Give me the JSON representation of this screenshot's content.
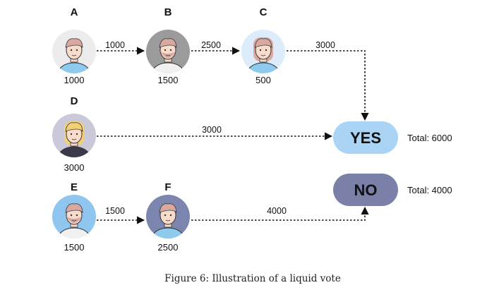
{
  "voters": [
    {
      "name": "A",
      "tokens": "1000",
      "bg": "#ececec",
      "shirt": "#8ec9ee",
      "hair": "#d9a9a0"
    },
    {
      "name": "B",
      "tokens": "1500",
      "bg": "#9b9b9b",
      "shirt": "#f0f0f0",
      "hair": "#d9a9a0"
    },
    {
      "name": "C",
      "tokens": "500",
      "bg": "#dcecfb",
      "shirt": "#8ec9ee",
      "hair": "#d9a9a0"
    },
    {
      "name": "D",
      "tokens": "3000",
      "bg": "#c9c9d9",
      "shirt": "#3a3a4a",
      "hair": "#f3cf78"
    },
    {
      "name": "E",
      "tokens": "1500",
      "bg": "#8ec6ef",
      "shirt": "#f0f0f0",
      "hair": "#d9a9a0"
    },
    {
      "name": "F",
      "tokens": "2500",
      "bg": "#7c85ad",
      "shirt": "#8ec9ee",
      "hair": "#d9a9a0"
    }
  ],
  "edges": [
    {
      "from": "A",
      "to": "B",
      "amount": "1000"
    },
    {
      "from": "B",
      "to": "C",
      "amount": "2500"
    },
    {
      "from": "C",
      "to": "YES",
      "amount": "3000"
    },
    {
      "from": "D",
      "to": "YES",
      "amount": "3000"
    },
    {
      "from": "E",
      "to": "F",
      "amount": "1500"
    },
    {
      "from": "F",
      "to": "NO",
      "amount": "4000"
    }
  ],
  "options": [
    {
      "label": "YES",
      "total": "Total: 6000",
      "color": "#a9d4f5"
    },
    {
      "label": "NO",
      "total": "Total: 4000",
      "color": "#7a80a8"
    }
  ],
  "caption": "Figure 6: Illustration of a liquid vote"
}
